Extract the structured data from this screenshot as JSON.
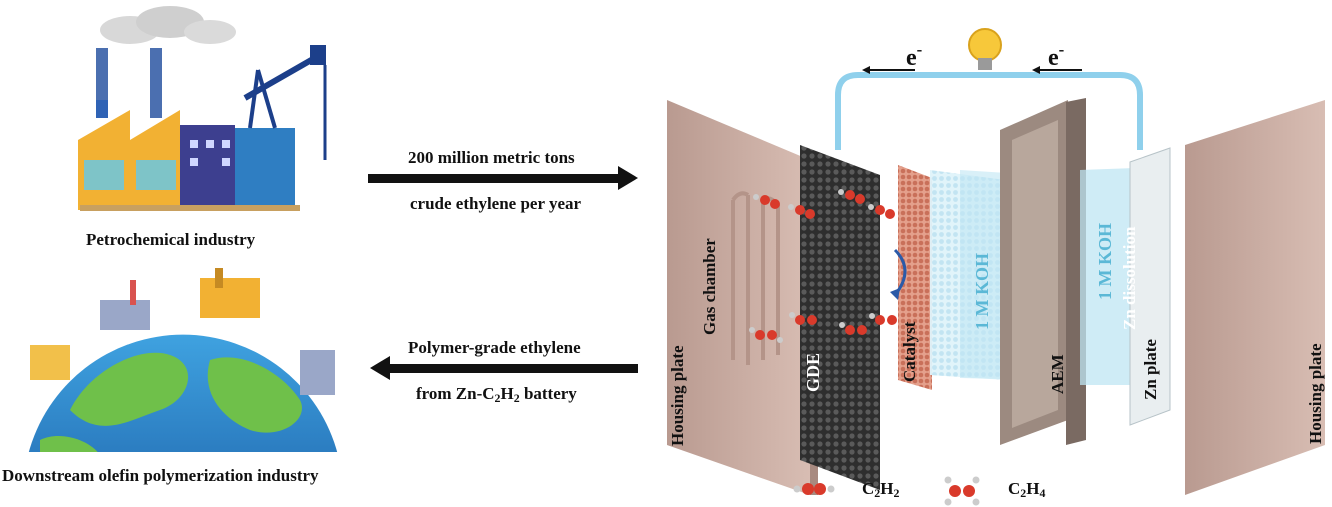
{
  "left": {
    "top_caption": "Petrochemical industry",
    "bottom_caption": "Downstream olefin polymerization industry",
    "arrow_top_line1": "200 million metric tons",
    "arrow_top_line2": "crude ethylene per year",
    "arrow_bottom_line1": "Polymer-grade ethylene",
    "arrow_bottom_line2_prefix": "from Zn-C",
    "arrow_bottom_line2_sub": "2",
    "arrow_bottom_line2_mid": "H",
    "arrow_bottom_line2_sub2": "2",
    "arrow_bottom_line2_suffix": " battery"
  },
  "cell": {
    "electron_left": "e",
    "electron_right": "e",
    "electron_sup": "-",
    "housing_left": "Housing plate",
    "gas_chamber": "Gas chamber",
    "gde": "GDE",
    "catalyst": "Catalyst",
    "koh_left": "1 M KOH",
    "aem": "AEM",
    "koh_right": "1 M KOH",
    "zn_dissolution": "Zn dissolution",
    "zn_plate": "Zn plate",
    "housing_right": "Housing plate"
  },
  "legend": {
    "c2h2_prefix": "C",
    "c2h2_sub1": "2",
    "c2h2_mid": "H",
    "c2h2_sub2": "2",
    "c2h4_prefix": "C",
    "c2h4_sub1": "2",
    "c2h4_mid": "H",
    "c2h4_sub2": "4"
  },
  "colors": {
    "housing": "#c9aaa0",
    "gde": "#3a3a3a",
    "catalyst": "#d98c78",
    "electrolyte": "#bfe6f3",
    "koh_text": "#5bb8d6",
    "wire": "#8fd0ec",
    "aem": "#9c8a80"
  }
}
